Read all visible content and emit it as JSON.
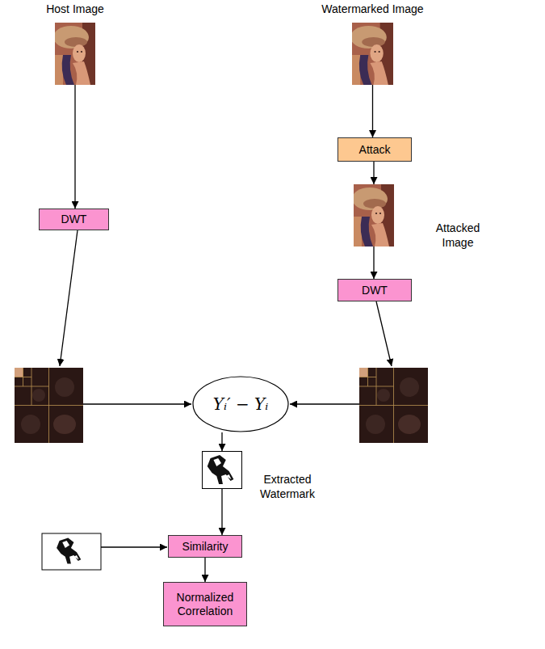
{
  "diagram": {
    "nodes": [
      {
        "text": [
          "Host Image"
        ]
      },
      {
        "text": [
          "Watermarked Image"
        ]
      },
      {
        "text": [
          "Attack"
        ]
      },
      {
        "text": [
          "Attacked Image"
        ]
      },
      {
        "text": [
          "DWT"
        ]
      },
      {
        "text": [
          "DWT"
        ]
      },
      {
        "text": [
          "Yᵢ′ − Yᵢ"
        ]
      },
      {
        "text": [
          "Extracted Watermark"
        ]
      },
      {
        "text": [
          "Similarity"
        ]
      },
      {
        "text": [
          "Normalized Correlation"
        ]
      }
    ],
    "edges": [
      {
        "from": 0,
        "to": 4,
        "arrow": "to"
      },
      {
        "from": 1,
        "to": 2,
        "arrow": "to"
      },
      {
        "from": 2,
        "to": 3,
        "arrow": "to"
      },
      {
        "from": 3,
        "to": 5,
        "arrow": "to"
      },
      {
        "from": 6,
        "to": 7,
        "arrow": "to"
      },
      {
        "from": 7,
        "to": 8,
        "arrow": "to"
      },
      {
        "from": 8,
        "to": 9,
        "arrow": "to"
      }
    ]
  }
}
